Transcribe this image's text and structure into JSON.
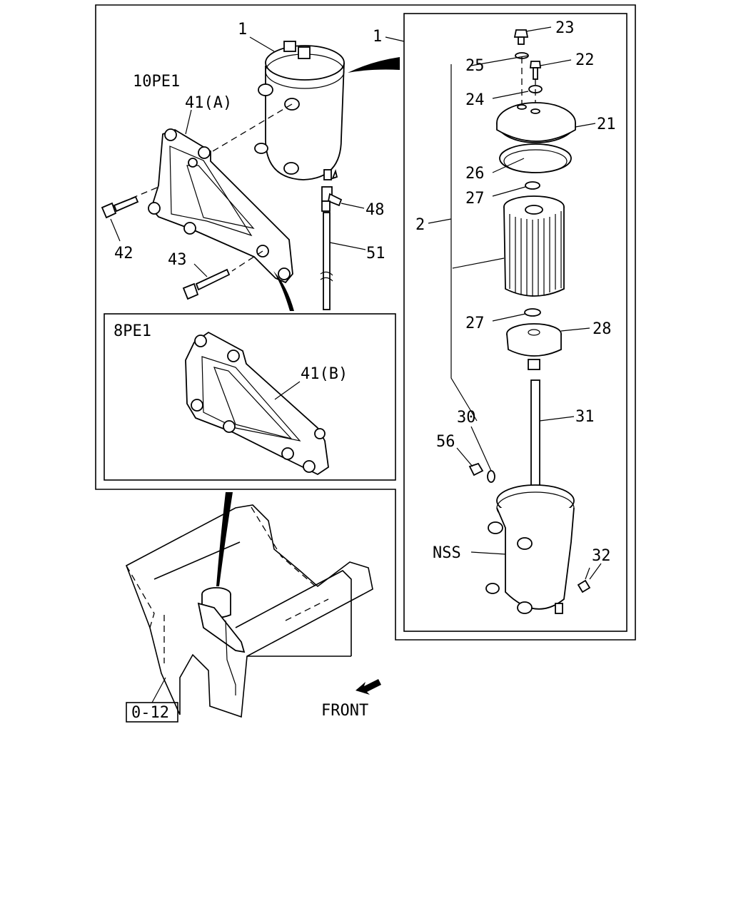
{
  "diagram": {
    "variants": {
      "upper": "10PE1",
      "lower": "8PE1"
    },
    "ref_box": "0-12",
    "direction": "FRONT",
    "callouts": {
      "c1a": "1",
      "c1b": "1",
      "c2": "2",
      "c21": "21",
      "c22": "22",
      "c23": "23",
      "c24": "24",
      "c25": "25",
      "c26": "26",
      "c27a": "27",
      "c27b": "27",
      "c28": "28",
      "c30": "30",
      "c31": "31",
      "c32": "32",
      "c41a": "41(A)",
      "c41b": "41(B)",
      "c42": "42",
      "c43": "43",
      "c48": "48",
      "c51": "51",
      "c56": "56",
      "nss": "NSS"
    }
  }
}
